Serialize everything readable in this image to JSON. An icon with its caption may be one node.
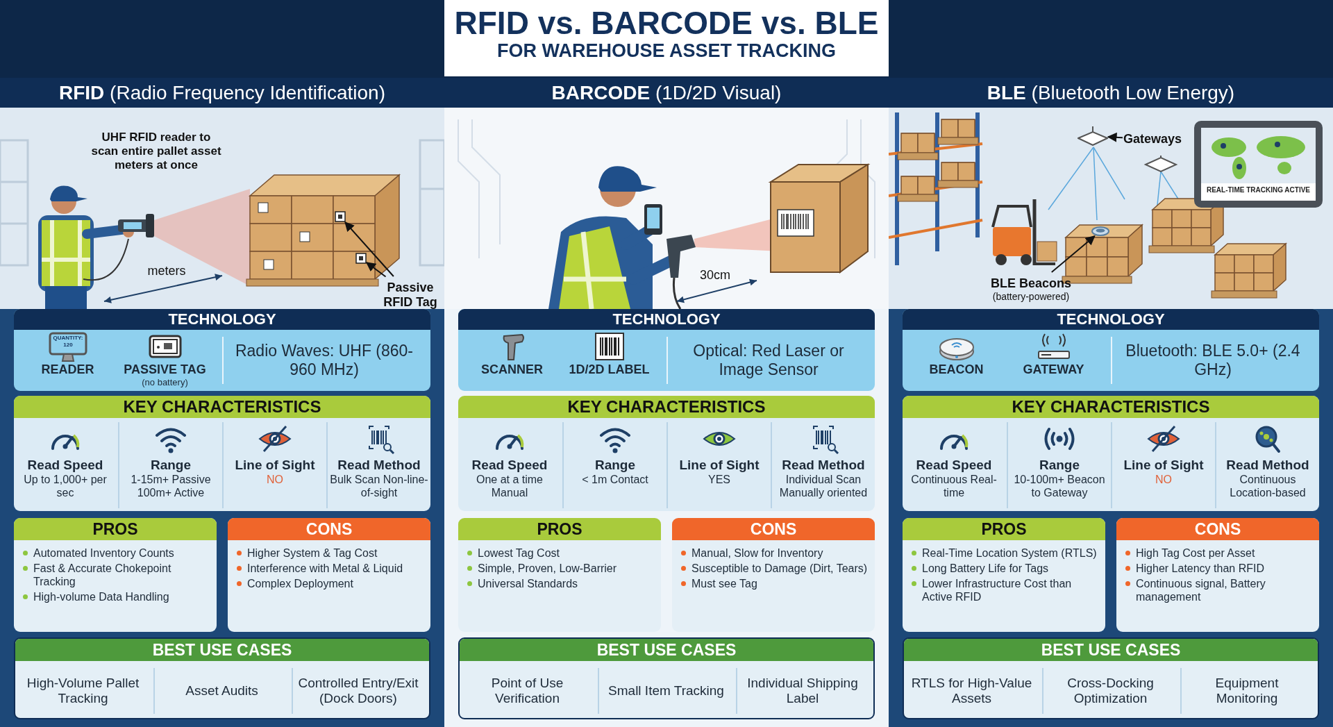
{
  "diagram": {
    "title": "RFID vs. BARCODE vs. BLE",
    "nodes": [
      {
        "text": [
          "**RFID** (Radio Frequency Identification)"
        ]
      },
      {
        "text": [
          "Passive RFID Tag"
        ],
        "in": 0
      },
      {
        "text": [],
        "shape": "picture",
        "in": 0
      },
      {
        "text": [],
        "shape": "picture",
        "in": 0
      },
      {
        "text": [
          "TECHNOLOGY"
        ],
        "in": 0
      },
      {
        "text": [
          "READER"
        ],
        "in": 4
      },
      {
        "text": [
          "PASSIVE TAG",
          "(no battery)"
        ],
        "in": 4
      },
      {
        "text": [
          "Radio Waves: UHF (860-960 MHz)"
        ],
        "in": 4
      },
      {
        "text": [
          "KEY CHARACTERISTICS"
        ],
        "in": 0
      },
      {
        "text": [
          "Read Speed",
          "Up to 1,000+ per sec"
        ],
        "in": 8
      },
      {
        "text": [
          "Range",
          "1-15m+ Passive 100m+ Active"
        ],
        "in": 8
      },
      {
        "text": [
          "Line of Sight",
          "NO"
        ],
        "in": 8
      },
      {
        "text": [
          "Read Method",
          "Bulk Scan Non-line-of-sight"
        ],
        "in": 8
      },
      {
        "text": [
          "PROS",
          "Automated Inventory Counts",
          "Fast & Accurate Chokepoint Tracking",
          "High-volume Data Handling"
        ],
        "in": 0
      },
      {
        "text": [
          "CONS",
          "Higher System & Tag Cost",
          "Interference with Metal & Liquid",
          "Complex Deployment"
        ],
        "in": 0
      },
      {
        "text": [
          "BEST USE CASES"
        ],
        "in": 0
      },
      {
        "text": [
          "High-Volume Pallet Tracking"
        ],
        "in": 15
      },
      {
        "text": [
          "Asset Audits"
        ],
        "in": 15
      },
      {
        "text": [
          "Controlled Entry/Exit (Dock Doors)"
        ],
        "in": 15
      },
      {
        "text": [
          "**BARCODE** (1D/2D Visual)"
        ]
      },
      {
        "text": [
          "TECHNOLOGY"
        ],
        "in": 19
      },
      {
        "text": [
          "SCANNER"
        ],
        "in": 20
      },
      {
        "text": [
          "1D/2D LABEL"
        ],
        "in": 20
      },
      {
        "text": [
          "Optical: Red Laser or Image Sensor"
        ],
        "in": 20
      },
      {
        "text": [
          "KEY CHARACTERISTICS"
        ],
        "in": 19
      },
      {
        "text": [
          "Read Speed",
          "One at a time Manual"
        ],
        "in": 24
      },
      {
        "text": [
          "Range",
          "< 1m Contact"
        ],
        "in": 24
      },
      {
        "text": [
          "Line of Sight",
          "YES"
        ],
        "in": 24
      },
      {
        "text": [
          "Read Method",
          "Individual Scan Manually oriented"
        ],
        "in": 24
      },
      {
        "text": [
          "PROS",
          "Lowest Tag Cost",
          "Simple, Proven, Low-Barrier",
          "Universal Standards"
        ],
        "in": 19
      },
      {
        "text": [
          "CONS",
          "Manual, Slow for Inventory",
          "Susceptible to Damage (Dirt, Tears)",
          "Must see Tag"
        ],
        "in": 19
      },
      {
        "text": [
          "BEST USE CASES"
        ],
        "in": 19
      },
      {
        "text": [
          "Point of Use Verification"
        ],
        "in": 31
      },
      {
        "text": [
          "Small Item Tracking"
        ],
        "in": 31
      },
      {
        "text": [
          "Individual Shipping Label"
        ],
        "in": 31
      },
      {
        "text": [
          "**BLE** (Bluetooth Low Energy)"
        ]
      },
      {
        "text": [
          "Gateways"
        ],
        "in": 35
      },
      {
        "text": [],
        "shape": "picture",
        "in": 35
      },
      {
        "text": [
          "BLE Beacons",
          "(battery-powered)"
        ],
        "in": 35
      },
      {
        "text": [],
        "shape": "circle",
        "in": 35
      },
      {
        "text": [
          "TECHNOLOGY"
        ],
        "in": 35
      },
      {
        "text": [
          "BEACON"
        ],
        "in": 40
      },
      {
        "text": [
          "GATEWAY"
        ],
        "in": 40
      },
      {
        "text": [
          "Bluetooth: BLE 5.0+ (2.4 GHz)"
        ],
        "in": 40
      },
      {
        "text": [
          "KEY CHARACTERISTICS"
        ],
        "in": 35
      },
      {
        "text": [
          "Read Speed",
          "Continuous Real-time"
        ],
        "in": 44
      },
      {
        "text": [
          "Range",
          "10-100m+ Beacon to Gateway"
        ],
        "in": 44
      },
      {
        "text": [
          "Line of Sight",
          "NO"
        ],
        "in": 44
      },
      {
        "text": [
          "Read Method",
          "Continuous Location-based"
        ],
        "in": 44
      },
      {
        "text": [
          "PROS",
          "Real-Time Location System (RTLS)",
          "Long Battery Life for Tags",
          "Lower Infrastructure Cost than Active RFID"
        ],
        "in": 35
      },
      {
        "text": [
          "CONS",
          "High Tag Cost per Asset",
          "Higher Latency than RFID",
          "Continuous signal, Battery management"
        ],
        "in": 35
      },
      {
        "text": [
          "BEST USE CASES"
        ],
        "in": 35
      },
      {
        "text": [
          "RTLS for High-Value Assets"
        ],
        "in": 51
      },
      {
        "text": [
          "Cross-Docking Optimization"
        ],
        "in": 51
      },
      {
        "text": [
          "Equipment Monitoring"
        ],
        "in": 51
      }
    ],
    "edges": [
      {
        "from": 1,
        "to": 2,
        "arrow": "to"
      },
      {
        "from": 1,
        "to": 3,
        "arrow": "to"
      },
      {
        "from": 36,
        "to": 37,
        "arrow": "to"
      },
      {
        "from": 38,
        "to": 39,
        "arrow": "to"
      }
    ],
    "labels": [
      "FOR WAREHOUSE ASSET TRACKING",
      "UHF RFID reader to scan entire pallet asset meters at once",
      "REAL-TIME TRACKING ACTIVE",
      "meters",
      "30cm",
      "QUANTITY: 120"
    ]
  }
}
